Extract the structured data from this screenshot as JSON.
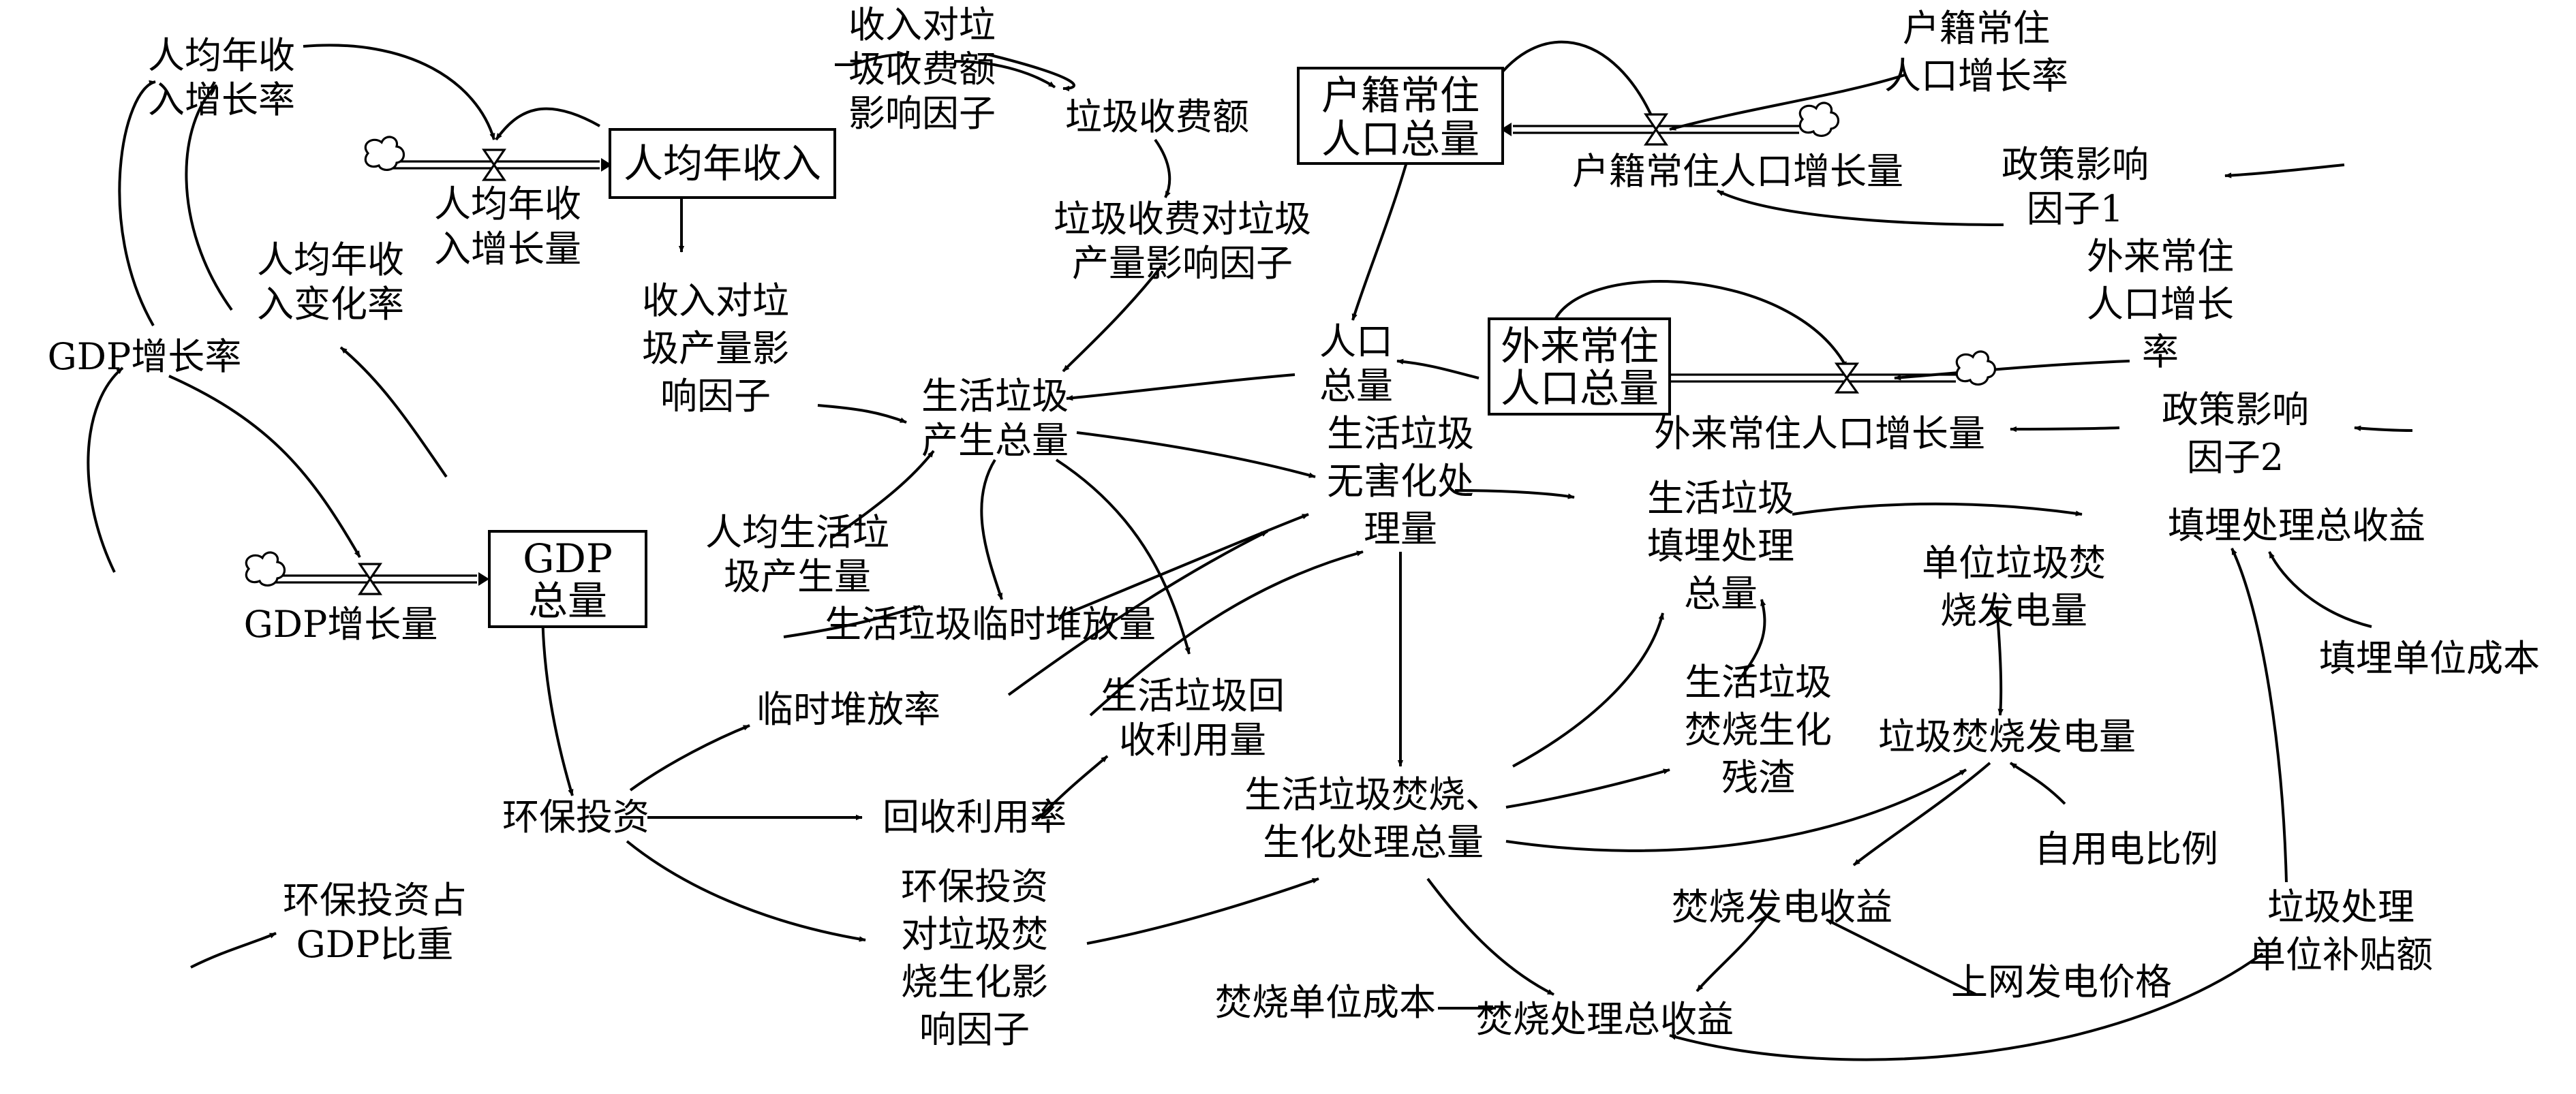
{
  "stocks": {
    "income": "人均年收入",
    "gdp": [
      "GDP",
      "总量"
    ],
    "huji": [
      "户籍常住",
      "人口总量"
    ],
    "wailai": [
      "外来常住",
      "人口总量"
    ]
  },
  "labels": {
    "income_growth_rate": [
      "人均年收",
      "入增长率"
    ],
    "income_change_rate": [
      "人均年收",
      "入变化率"
    ],
    "gdp_growth_rate": "GDP增长率",
    "income_growth": [
      "人均年收",
      "入增长量"
    ],
    "income_fee_factor": [
      "收入对垃",
      "圾收费额",
      "影响因子"
    ],
    "fee": "垃圾收费额",
    "fee_output_factor": [
      "垃圾收费对垃圾",
      "产量影响因子"
    ],
    "income_output_factor": [
      "收入对垃",
      "圾产量影",
      "响因子"
    ],
    "waste_total": [
      "生活垃圾",
      "产生总量"
    ],
    "per_capita_waste": [
      "人均生活垃",
      "圾产生量"
    ],
    "temp_pile": "生活垃圾临时堆放量",
    "gdp_growth": "GDP增长量",
    "temp_rate": "临时堆放率",
    "env_invest": "环保投资",
    "env_ratio": [
      "环保投资占",
      "GDP比重"
    ],
    "recycle_rate": "回收利用率",
    "invest_factor": [
      "环保投资",
      "对垃圾焚",
      "烧生化影",
      "响因子"
    ],
    "recycle_amount": [
      "生活垃圾回",
      "收利用量"
    ],
    "population": [
      "人口",
      "总量"
    ],
    "harmless": [
      "生活垃圾",
      "无害化处",
      "理量"
    ],
    "incineration_total": [
      "生活垃圾焚烧、",
      "生化处理总量"
    ],
    "incin_unit_cost": "焚烧单位成本",
    "incin_revenue": "焚烧处理总收益",
    "huji_growth_rate": [
      "户籍常住",
      "人口增长率"
    ],
    "huji_growth": "户籍常住人口增长量",
    "policy1": [
      "政策影响",
      "因子1"
    ],
    "wailai_growth_rate": [
      "外来常住",
      "人口增长",
      "率"
    ],
    "wailai_growth": "外来常住人口增长量",
    "policy2": [
      "政策影响",
      "因子2"
    ],
    "landfill": [
      "生活垃圾",
      "填埋处理",
      "总量"
    ],
    "landfill_revenue": "填埋处理总收益",
    "power_per_unit": [
      "单位垃圾焚",
      "烧发电量"
    ],
    "landfill_unit_cost": "填埋单位成本",
    "residue": [
      "生活垃圾",
      "焚烧生化",
      "残渣"
    ],
    "power_gen": "垃圾焚烧发电量",
    "self_use": "自用电比例",
    "power_revenue": "焚烧发电收益",
    "subsidy": [
      "垃圾处理",
      "单位补贴额"
    ],
    "grid_price": "上网发电价格"
  }
}
